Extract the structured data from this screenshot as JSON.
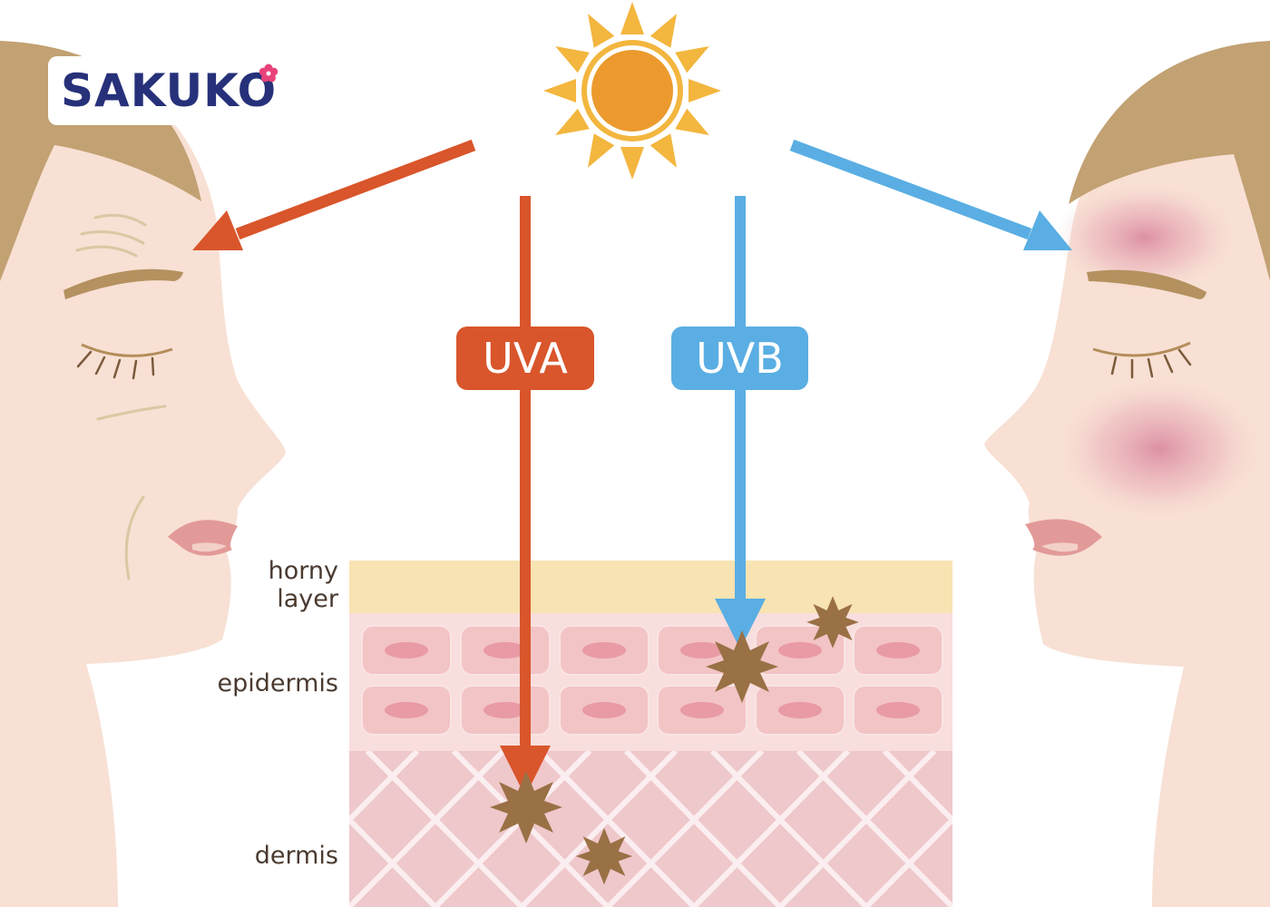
{
  "brand": {
    "logo_text": "SAKUKO",
    "color": "#27317a",
    "flower_color": "#e9427a"
  },
  "rays": [
    {
      "label": "UVA",
      "color": "#d9552b"
    },
    {
      "label": "UVB",
      "color": "#5aaee3"
    }
  ],
  "skin_layers": [
    {
      "line1": "horny",
      "line2": "layer",
      "color": "#f8e3b2"
    },
    {
      "line1": "epidermis",
      "color": "#f8dedd"
    },
    {
      "line1": "dermis",
      "color": "#efc8cb"
    }
  ],
  "colors": {
    "sun_core": "#ec9a2e",
    "sun_rays": "#f3b63e",
    "skin": "#f8e0d4",
    "hair": "#c2a173",
    "damage_star": "#9a7045"
  }
}
